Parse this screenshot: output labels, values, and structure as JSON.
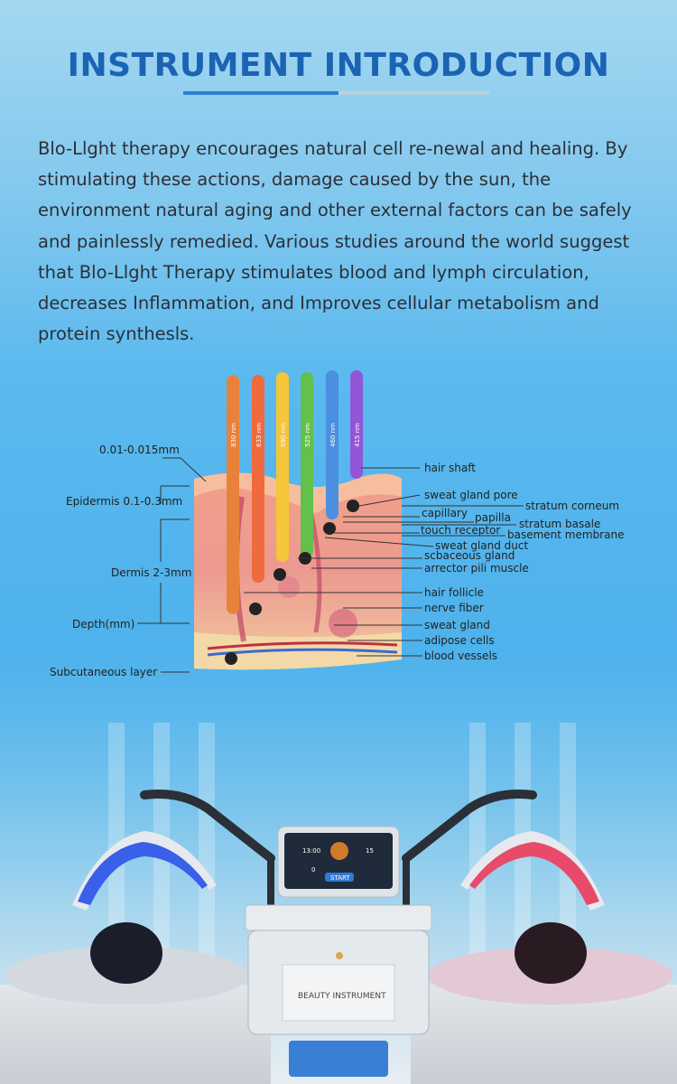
{
  "header": {
    "title": "INSTRUMENT INTRODUCTION"
  },
  "intro": {
    "text": "Blo-Llght therapy encourages natural cell re-newal and healing. By stimulating these actions, damage caused by the sun, the environment natural aging and other external factors can be safely and painlessly remedied. Various studies around the world suggest that Blo-Llght Therapy stimulates blood and lymph circulation, decreases Inflammation, and Improves cellular metabolism and protein synthesls."
  },
  "diagram": {
    "wavelengths": [
      "830 nm",
      "633 nm",
      "590 nm",
      "525 nm",
      "460 nm",
      "415 nm"
    ],
    "light_colors": [
      "#e8823a",
      "#ef6a3e",
      "#f5c53a",
      "#63c04b",
      "#4a8fe0",
      "#9256d6"
    ],
    "left_labels": {
      "top": "0.01-0.015mm",
      "epidermis": "Epidermis 0.1-0.3mm",
      "dermis": "Dermis 2-3mm",
      "depth": "Depth(mm)",
      "subcutaneous": "Subcutaneous layer"
    },
    "right_labels": {
      "hair_shaft": "hair shaft",
      "sweat_gland_pore": "sweat gland pore",
      "stratum_corneum": "stratum corneum",
      "capillary": "capillary",
      "papilla": "papilla",
      "stratum_basale": "stratum basale",
      "touch_receptor": "touch receptor",
      "basement_membrane": "basement membrane",
      "sweat_gland_duct": "sweat gland duct",
      "sebaceous_gland": "scbaceous gland",
      "arrector_pili": "arrector pili muscle",
      "hair_follicle": "hair follicle",
      "nerve_fiber": "nerve fiber",
      "sweat_gland": "sweat gland",
      "adipose_cells": "adipose cells",
      "blood_vessels": "blood vessels"
    }
  },
  "device": {
    "screen_time": "13:00",
    "screen_value": "15",
    "screen_low": "0",
    "start_label": "START",
    "brand": "BEAUTY INSTRUMENT"
  },
  "colors": {
    "title": "#1b63b4",
    "accent_bar": "#2c7fd8",
    "left_panel": "#3a5fe8",
    "right_panel": "#e84a6a"
  }
}
